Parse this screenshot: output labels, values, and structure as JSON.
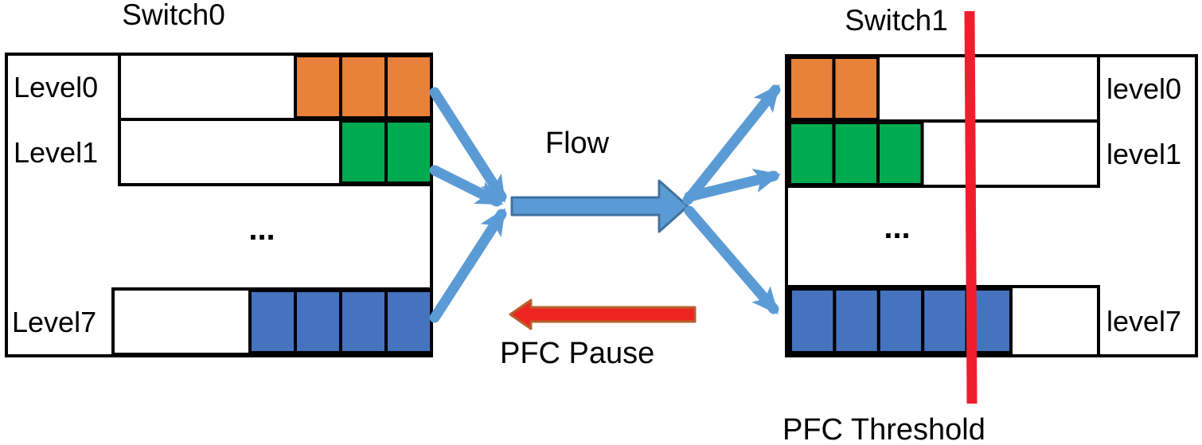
{
  "figure": {
    "switch0": {
      "title": "Switch0",
      "label_side": "left",
      "ellipsis": "...",
      "queues": [
        {
          "label": "Level0",
          "filled_cells": 3,
          "cell_color": "orange"
        },
        {
          "label": "Level1",
          "filled_cells": 2,
          "cell_color": "green"
        },
        {
          "label": "Level7",
          "filled_cells": 4,
          "cell_color": "blue"
        }
      ]
    },
    "switch1": {
      "title": "Switch1",
      "label_side": "right",
      "ellipsis": "...",
      "queues": [
        {
          "label": "level0",
          "filled_cells": 2,
          "cell_color": "orange"
        },
        {
          "label": "level1",
          "filled_cells": 3,
          "cell_color": "green"
        },
        {
          "label": "level7",
          "filled_cells": 5,
          "cell_color": "blue"
        }
      ]
    },
    "labels": {
      "flow": "Flow",
      "pfc_pause": "PFC Pause",
      "pfc_threshold": "PFC Threshold"
    }
  },
  "colors": {
    "cell_orange": "#E8813A",
    "cell_green": "#00AB50",
    "cell_blue": "#4673BE",
    "arrow_blue": "#5B9BD5",
    "arrow_blue_outline": "#41719C",
    "pause_red": "#EE2421",
    "pause_red_outline": "#B4622D",
    "threshold_red": "#F01E2C",
    "box_border": "#000000",
    "background": "#FFFFFF"
  }
}
